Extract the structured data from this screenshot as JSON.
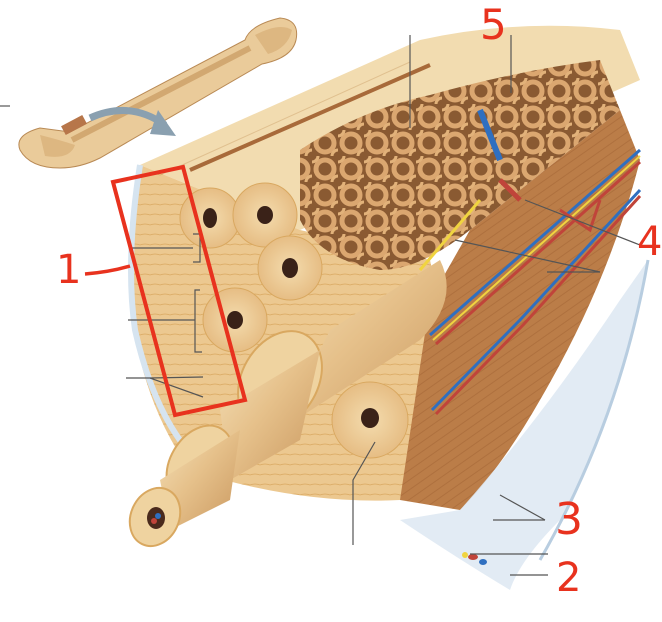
{
  "diagram": {
    "subject": "compact and spongy bone structure (long bone cross-section)",
    "colors": {
      "background": "#ffffff",
      "annotation_red": "#e8321e",
      "leader_line": "#555555",
      "bone_light": "#f1d4a4",
      "bone_mid": "#e2b77c",
      "bone_dark": "#b8824e",
      "spongy_bone": "#d9a56c",
      "artery": "#c0443a",
      "vein": "#2f6fc0",
      "nerve": "#f0d440",
      "periosteum": "#d6e4f0",
      "arrow": "#8aa0b0"
    },
    "labels": [
      {
        "id": "1",
        "text": "1",
        "target": "outer circumferential lamellae (boxed region)"
      },
      {
        "id": "2",
        "text": "2",
        "target": "periosteum outer fibrous layer"
      },
      {
        "id": "3",
        "text": "3",
        "target": "periosteum / perforating fibers"
      },
      {
        "id": "4",
        "text": "4",
        "target": "perforating (Volkmann's) canal"
      },
      {
        "id": "5",
        "text": "5",
        "target": "trabeculae of spongy bone"
      }
    ],
    "unlabeled_leader_lines": 9,
    "inset": "whole long bone with cutaway, arrow pointing to enlarged section"
  }
}
